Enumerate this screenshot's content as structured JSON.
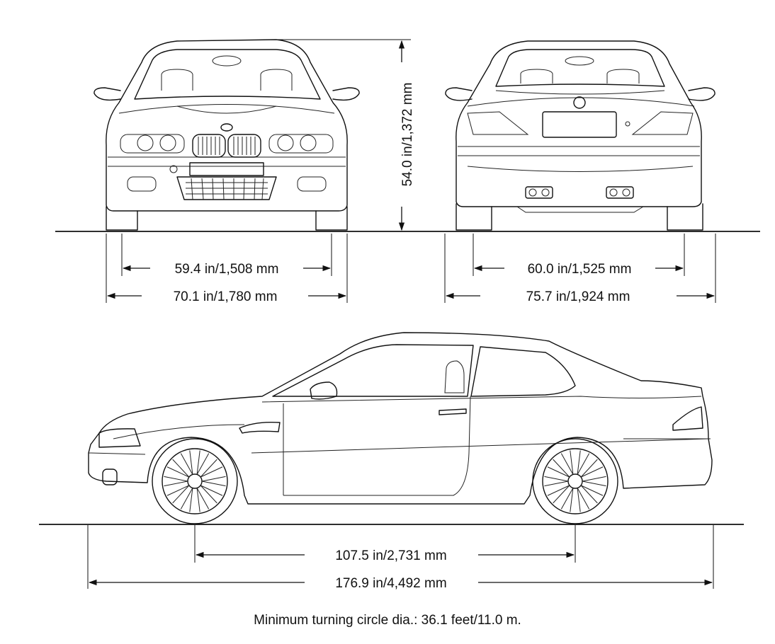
{
  "dimensions": {
    "front_height": "54.0 in/1,372 mm",
    "front_track": "59.4 in/1,508 mm",
    "front_width": "70.1 in/1,780 mm",
    "rear_track": "60.0 in/1,525 mm",
    "rear_width": "75.7 in/1,924 mm",
    "wheelbase": "107.5 in/2,731 mm",
    "length": "176.9 in/4,492 mm"
  },
  "caption": "Minimum turning circle dia.: 36.1 feet/11.0 m.",
  "colors": {
    "line": "#111111",
    "background": "#ffffff"
  }
}
